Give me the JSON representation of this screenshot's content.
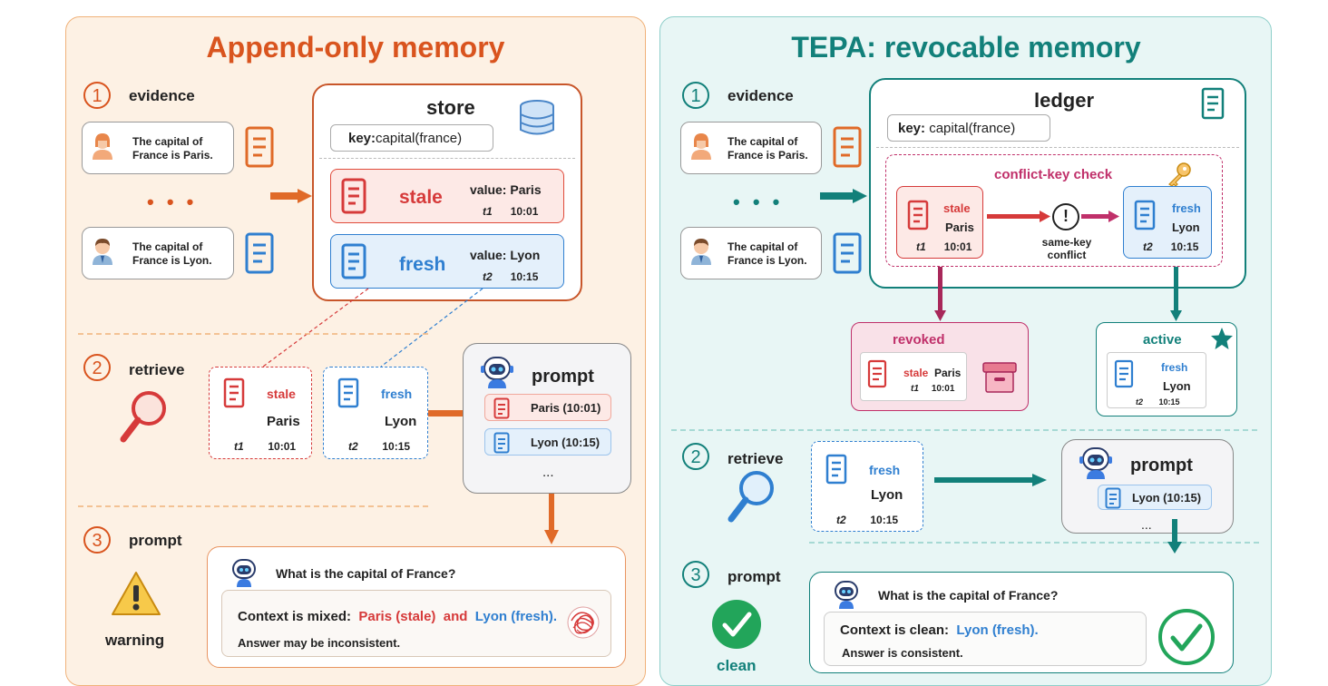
{
  "left": {
    "title": "Append-only memory",
    "step1": {
      "num": "1",
      "label": "evidence"
    },
    "evidence1": "The capital of\nFrance is Paris.",
    "evidence2": "The capital of\nFrance is Lyon.",
    "ellipsis": "• • •",
    "store": {
      "title": "store",
      "key_label": "key:",
      "key_value": "capital(france)",
      "stale": {
        "tag": "stale",
        "value_label": "value:",
        "value": "Paris",
        "t": "t1",
        "time": "10:01"
      },
      "fresh": {
        "tag": "fresh",
        "value_label": "value:",
        "value": "Lyon",
        "t": "t2",
        "time": "10:15"
      }
    },
    "step2": {
      "num": "2",
      "label": "retrieve"
    },
    "ret_stale": {
      "tag": "stale",
      "value": "Paris",
      "t": "t1",
      "time": "10:01"
    },
    "ret_fresh": {
      "tag": "fresh",
      "value": "Lyon",
      "t": "t2",
      "time": "10:15"
    },
    "prompt": {
      "title": "prompt",
      "item1": "Paris (10:01)",
      "item2": "Lyon (10:15)",
      "more": "..."
    },
    "step3": {
      "num": "3",
      "label": "prompt"
    },
    "warning_label": "warning",
    "final": {
      "question": "What is the capital of France?",
      "ctx_prefix": "Context is mixed:",
      "ctx_paris": "Paris (stale)",
      "ctx_and": "and",
      "ctx_lyon": "Lyon (fresh).",
      "answer": "Answer may be inconsistent."
    }
  },
  "right": {
    "title": "TEPA: revocable memory",
    "step1": {
      "num": "1",
      "label": "evidence"
    },
    "evidence1": "The capital of\nFrance is Paris.",
    "evidence2": "The capital of\nFrance is Lyon.",
    "ellipsis": "• • •",
    "ledger": {
      "title": "ledger",
      "key_label": "key:",
      "key_value": "capital(france)",
      "check_title": "conflict-key check",
      "stale": {
        "tag": "stale",
        "value": "Paris",
        "t": "t1",
        "time": "10:01"
      },
      "fresh": {
        "tag": "fresh",
        "value": "Lyon",
        "t": "t2",
        "time": "10:15"
      },
      "conflict_symbol": "!",
      "conflict_label": "same-key\nconflict"
    },
    "revoked": {
      "title": "revoked",
      "tag": "stale",
      "value": "Paris",
      "t": "t1",
      "time": "10:01"
    },
    "active": {
      "title": "active",
      "tag": "fresh",
      "value": "Lyon",
      "t": "t2",
      "time": "10:15"
    },
    "step2": {
      "num": "2",
      "label": "retrieve"
    },
    "ret_fresh": {
      "tag": "fresh",
      "value": "Lyon",
      "t": "t2",
      "time": "10:15"
    },
    "prompt": {
      "title": "prompt",
      "item1": "Lyon (10:15)",
      "more": "..."
    },
    "step3": {
      "num": "3",
      "label": "prompt"
    },
    "clean_label": "clean",
    "final": {
      "question": "What is the capital of France?",
      "ctx_prefix": "Context is clean:",
      "ctx_lyon": "Lyon (fresh).",
      "answer": "Answer is consistent."
    }
  },
  "colors": {
    "orange": "#d9541e",
    "teal": "#12807a",
    "red": "#d63a3a",
    "blue": "#2f7fd0",
    "magenta": "#c0306a"
  }
}
